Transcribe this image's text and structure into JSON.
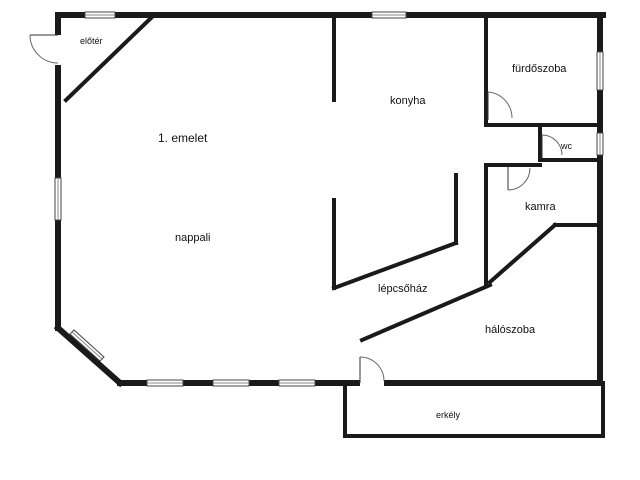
{
  "floor": {
    "label": "1. emelet"
  },
  "rooms": {
    "eloter": "előtér",
    "furdoszoba": "fürdőszoba",
    "konyha": "konyha",
    "wc": "wc",
    "kamra": "kamra",
    "nappali": "nappali",
    "lepcsohaz": "lépcsőház",
    "haloszoba": "hálószoba",
    "erkely": "erkély"
  }
}
